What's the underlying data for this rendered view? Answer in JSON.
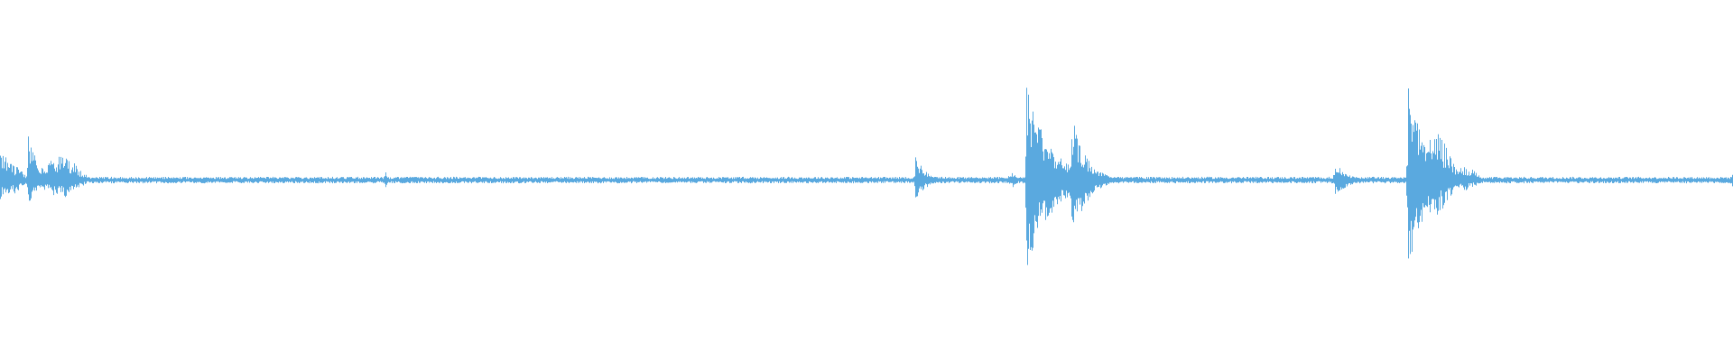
{
  "waveform": {
    "color": "#5aa9df",
    "baseline_amplitude": 0.006,
    "events": [
      {
        "position": 0.0,
        "peak_up": 0.07,
        "peak_down": 0.06,
        "decay": 0.012,
        "kind": "cluster"
      },
      {
        "position": 0.016,
        "peak_up": 0.13,
        "peak_down": 0.07,
        "decay": 0.006,
        "kind": "spike"
      },
      {
        "position": 0.035,
        "peak_up": 0.07,
        "peak_down": 0.05,
        "decay": 0.012,
        "kind": "cluster"
      },
      {
        "position": 0.222,
        "peak_up": 0.04,
        "peak_down": 0.04,
        "decay": 0.001,
        "kind": "spike"
      },
      {
        "position": 0.238,
        "peak_up": 0.01,
        "peak_down": 0.01,
        "decay": 0.004,
        "kind": "cluster"
      },
      {
        "position": 0.528,
        "peak_up": 0.07,
        "peak_down": 0.06,
        "decay": 0.006,
        "kind": "spike"
      },
      {
        "position": 0.584,
        "peak_up": 0.02,
        "peak_down": 0.02,
        "decay": 0.003,
        "kind": "cluster"
      },
      {
        "position": 0.592,
        "peak_up": 0.26,
        "peak_down": 0.26,
        "decay": 0.014,
        "kind": "spike"
      },
      {
        "position": 0.618,
        "peak_up": 0.19,
        "peak_down": 0.19,
        "decay": 0.008,
        "kind": "spike"
      },
      {
        "position": 0.77,
        "peak_up": 0.05,
        "peak_down": 0.05,
        "decay": 0.007,
        "kind": "spike"
      },
      {
        "position": 0.812,
        "peak_up": 0.28,
        "peak_down": 0.28,
        "decay": 0.01,
        "kind": "spike"
      },
      {
        "position": 0.828,
        "peak_up": 0.14,
        "peak_down": 0.1,
        "decay": 0.01,
        "kind": "cluster"
      },
      {
        "position": 0.845,
        "peak_up": 0.04,
        "peak_down": 0.03,
        "decay": 0.008,
        "kind": "cluster"
      },
      {
        "position": 0.999,
        "peak_up": 0.04,
        "peak_down": 0.04,
        "decay": 0.001,
        "kind": "spike"
      }
    ]
  }
}
